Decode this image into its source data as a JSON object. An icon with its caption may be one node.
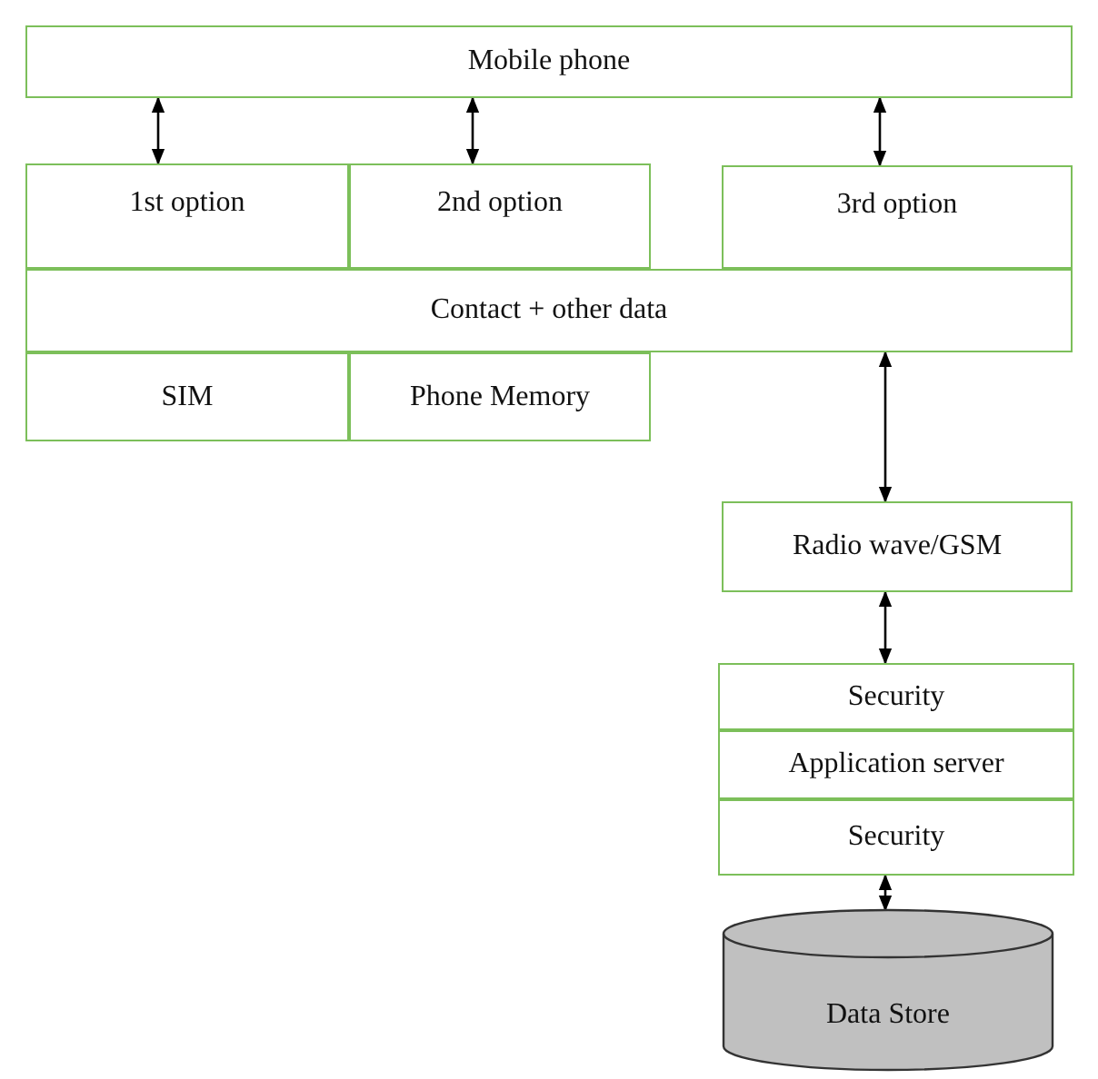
{
  "diagram": {
    "nodes": [
      {
        "text": [
          "Mobile phone"
        ]
      },
      {
        "text": [
          "1st option"
        ]
      },
      {
        "text": [
          "2nd option"
        ]
      },
      {
        "text": [
          "3rd option"
        ]
      },
      {
        "text": [
          "Contact + other data"
        ]
      },
      {
        "text": [
          "SIM"
        ]
      },
      {
        "text": [
          "Phone Memory"
        ]
      },
      {
        "text": [
          "Radio wave/GSM"
        ]
      },
      {
        "text": [
          "Security"
        ]
      },
      {
        "text": [
          "Application server"
        ]
      },
      {
        "text": [
          "Security"
        ]
      },
      {
        "text": [
          "Data Store"
        ]
      }
    ],
    "edges": [
      {
        "from": 0,
        "to": 1,
        "arrow": "both"
      },
      {
        "from": 0,
        "to": 2,
        "arrow": "both"
      },
      {
        "from": 0,
        "to": 3,
        "arrow": "both"
      },
      {
        "from": 4,
        "to": 7,
        "arrow": "both"
      },
      {
        "from": 7,
        "to": 8,
        "arrow": "both"
      },
      {
        "from": 10,
        "to": 11,
        "arrow": "both"
      }
    ]
  }
}
